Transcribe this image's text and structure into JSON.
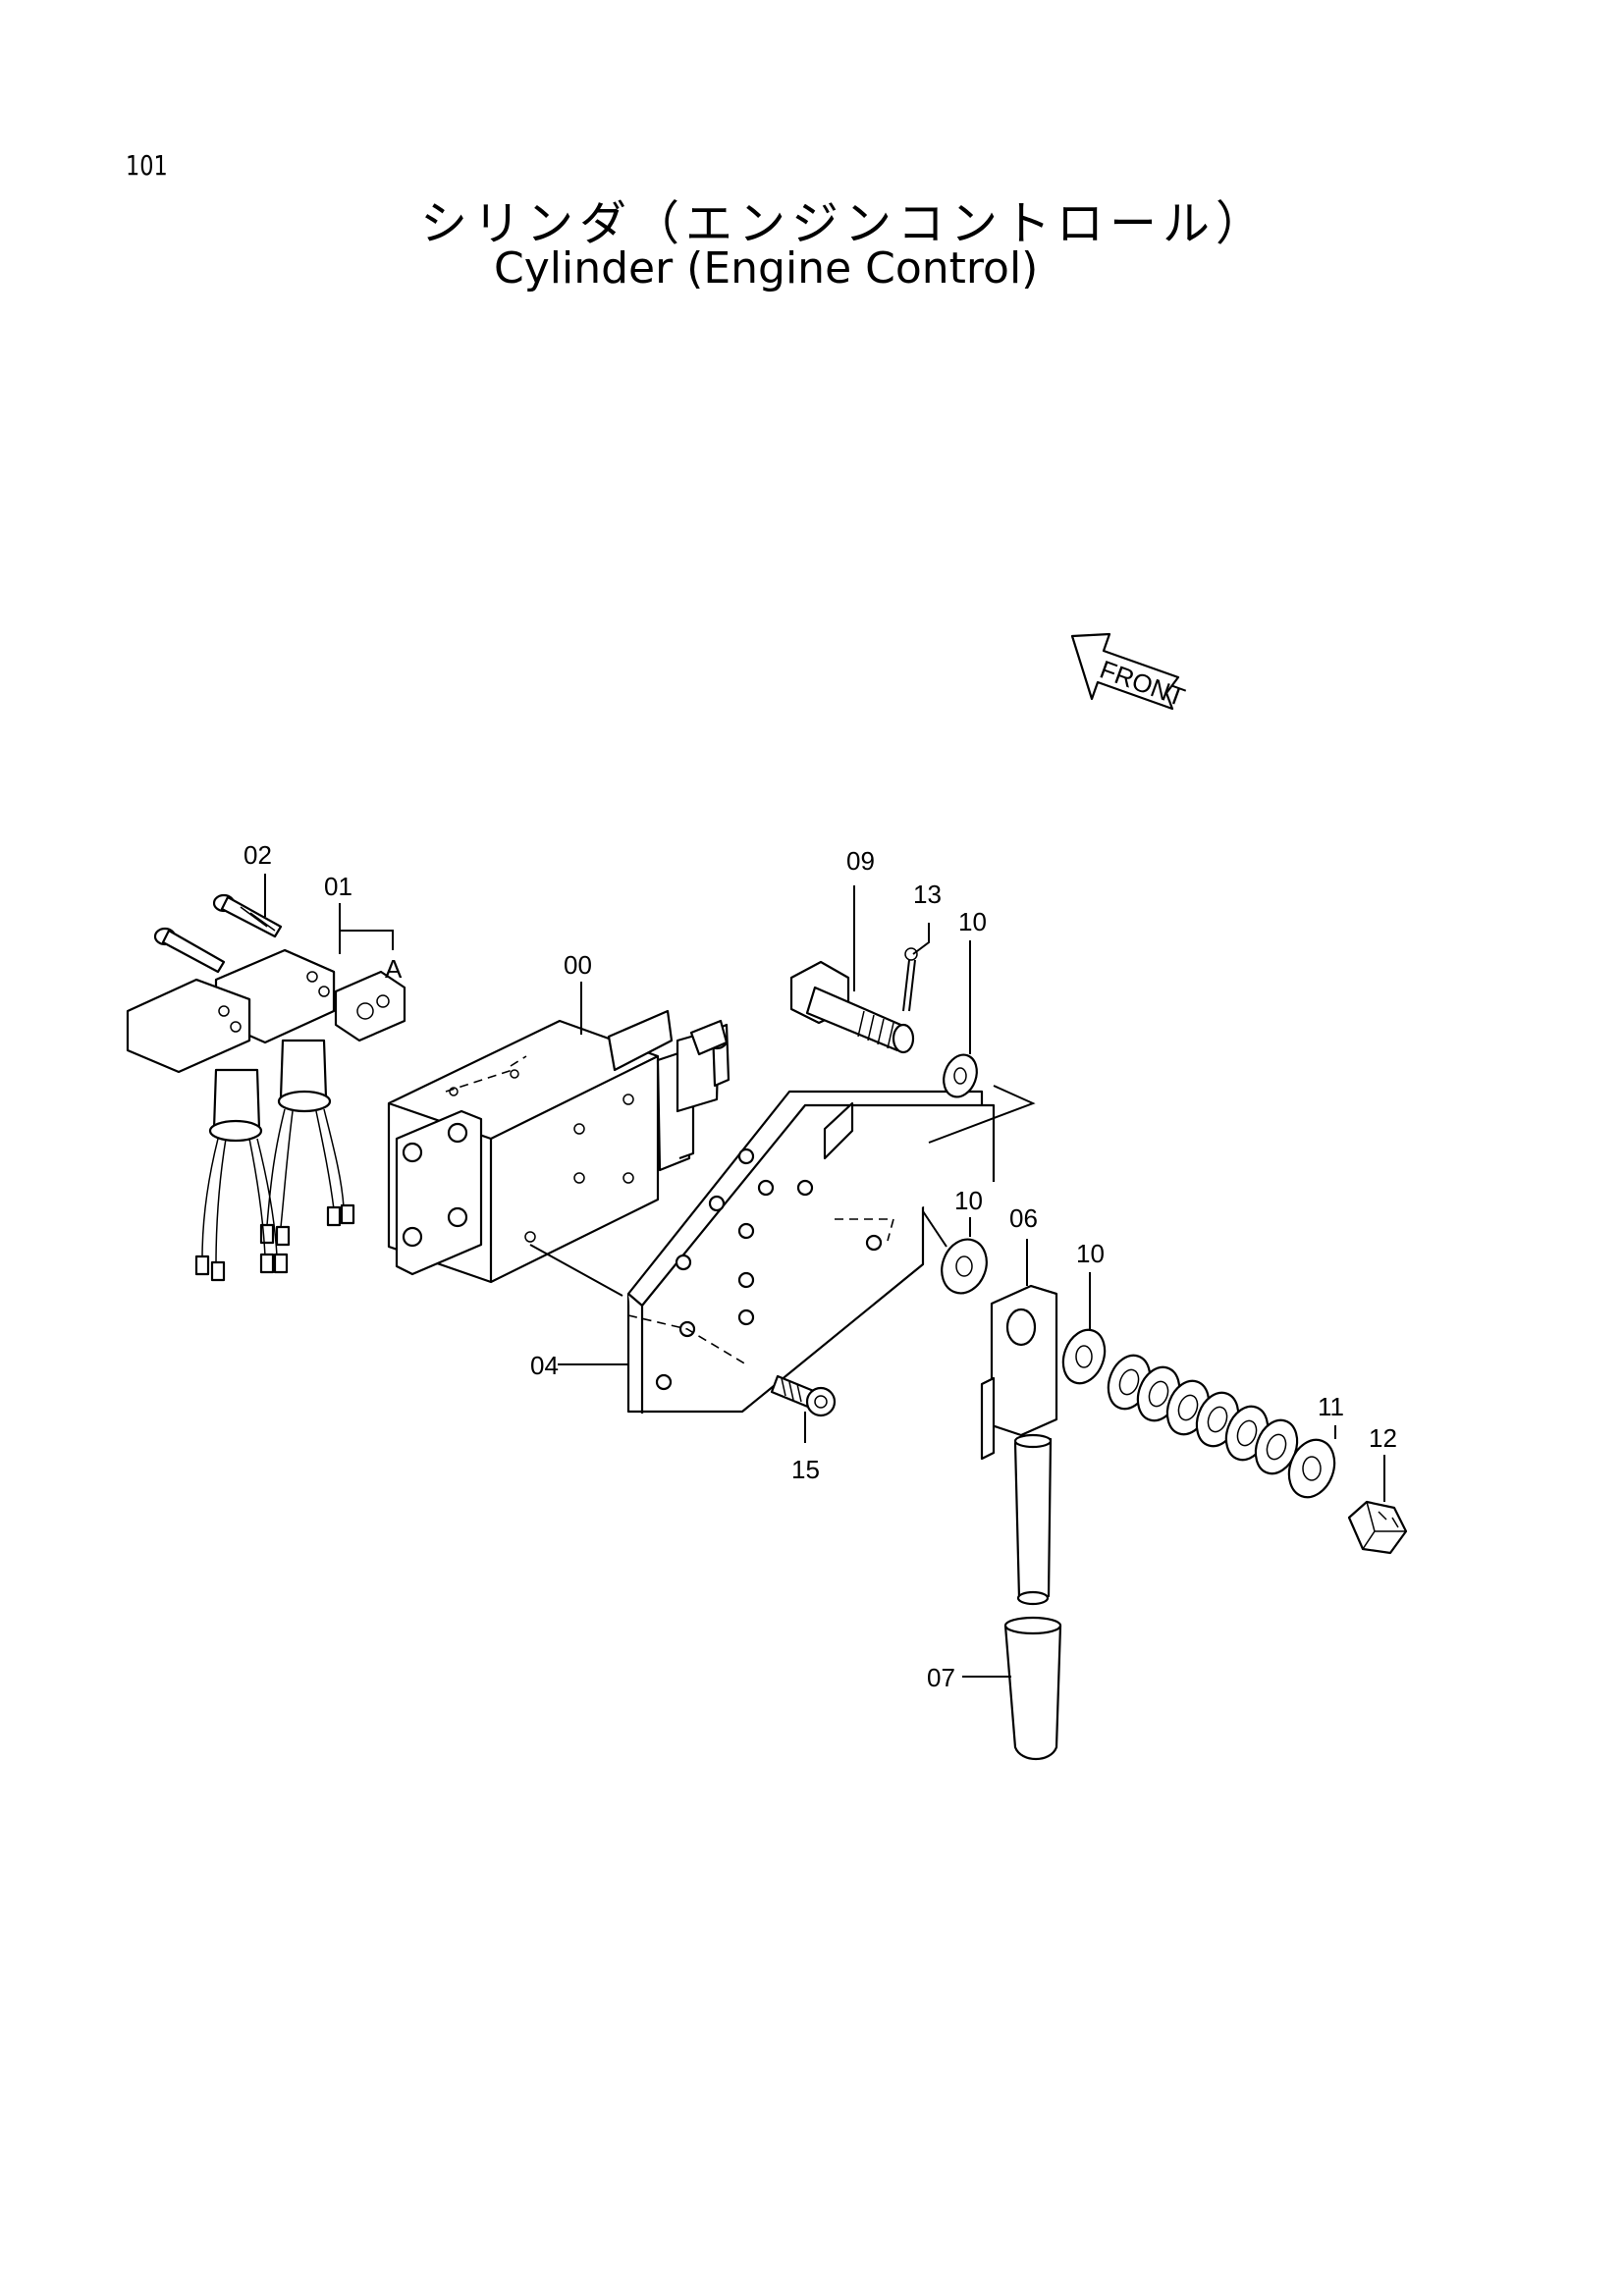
{
  "page": {
    "number": "101",
    "title_jp": "シリンダ（エンジンコントロール）",
    "title_en": "Cylinder (Engine Control)"
  },
  "diagram": {
    "front_arrow_text": "FRONT",
    "ref_letter": "A",
    "part_labels": {
      "p00": "00",
      "p01": "01",
      "p02": "02",
      "p04": "04",
      "p06": "06",
      "p07": "07",
      "p09": "09",
      "p10a": "10",
      "p10b": "10",
      "p10c": "10",
      "p11": "11",
      "p12": "12",
      "p13": "13",
      "p15": "15"
    }
  }
}
